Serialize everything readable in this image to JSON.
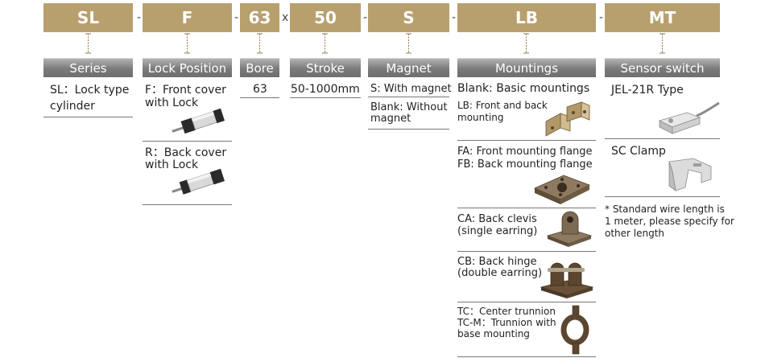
{
  "codes": {
    "series": "SL",
    "lock": "F",
    "bore": "63",
    "stroke": "50",
    "magnet": "S",
    "mounting": "LB",
    "sensor": "MT"
  },
  "separators": {
    "s1": "-",
    "s2": "-",
    "x": "x",
    "s3": "-",
    "s4": "-",
    "s5": "-"
  },
  "headers": {
    "series": "Series",
    "lock": "Lock Position",
    "bore": "Bore",
    "stroke": "Stroke",
    "magnet": "Magnet",
    "mounting": "Mountings",
    "sensor": "Sensor switch"
  },
  "series": {
    "line1": "SL：Lock type",
    "line2": "cylinder"
  },
  "lock": {
    "front_line1": "F：Front cover",
    "front_line2": "with Lock",
    "back_line1": "R：Back cover",
    "back_line2": "with Lock"
  },
  "bore": {
    "value": "63"
  },
  "stroke": {
    "value": "50-1000mm"
  },
  "magnet": {
    "with": "S: With magnet",
    "without_line1": "Blank: Without",
    "without_line2": "magnet"
  },
  "mounting": {
    "blank": "Blank: Basic mountings",
    "lb_line1": "LB: Front and back",
    "lb_line2": "mounting",
    "fa": "FA: Front mounting flange",
    "fb": "FB: Back mounting flange",
    "ca_line1": "CA: Back clevis",
    "ca_line2": "(single earring)",
    "cb_line1": "CB: Back hinge",
    "cb_line2": "(double earring)",
    "tc_line1": "TC：Center trunnion",
    "tc_line2": "TC-M：Trunnion with",
    "tc_line3": "base mounting"
  },
  "sensor": {
    "jel": "JEL-21R Type",
    "sc": "SC Clamp",
    "note_line1": "* Standard wire length is",
    "note_line2": "1 meter, please specify for",
    "note_line3": "other length"
  },
  "colors": {
    "code_bg": "#b8a06e",
    "header_bg": "#7a7a7a",
    "connector": "#8c7a4f"
  }
}
